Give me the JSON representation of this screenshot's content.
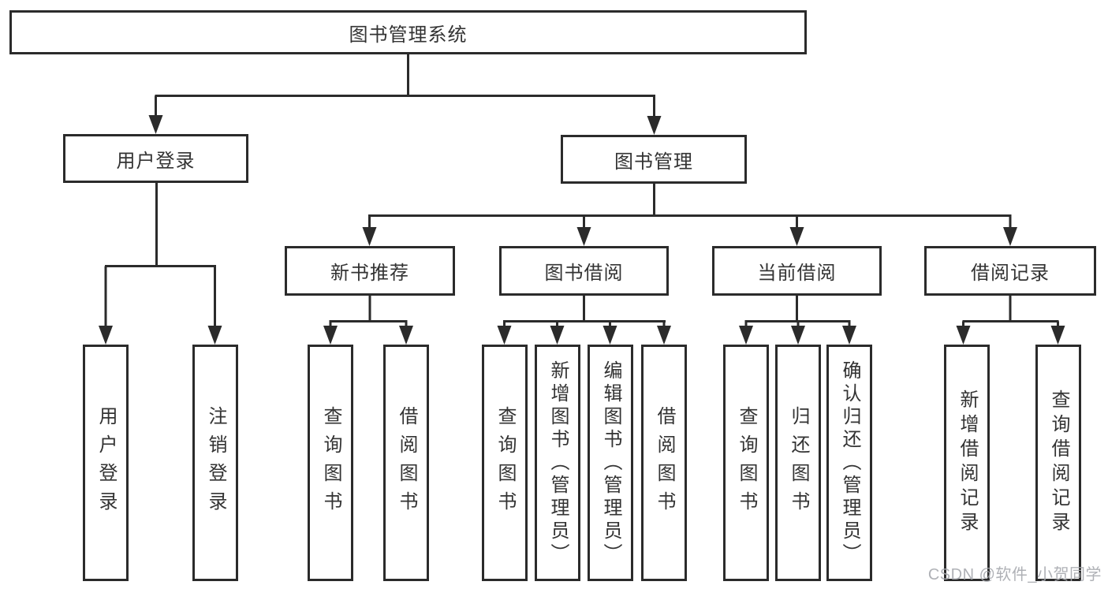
{
  "diagram": {
    "root": {
      "label": "图书管理系统"
    },
    "level2": [
      {
        "id": "user-login",
        "label": "用户登录"
      },
      {
        "id": "book-management",
        "label": "图书管理"
      }
    ],
    "level3": [
      {
        "id": "new-book-recommend",
        "label": "新书推荐"
      },
      {
        "id": "book-borrow",
        "label": "图书借阅"
      },
      {
        "id": "current-borrow",
        "label": "当前借阅"
      },
      {
        "id": "borrow-records",
        "label": "借阅记录"
      }
    ],
    "leaf_groups": {
      "user_login": [
        {
          "label": "用户登录"
        },
        {
          "label": "注销登录"
        }
      ],
      "new_book_recommend": [
        {
          "label": "查询图书"
        },
        {
          "label": "借阅图书"
        }
      ],
      "book_borrow": [
        {
          "label": "查询图书"
        },
        {
          "label": "新增图书（管理员）"
        },
        {
          "label": "编辑图书（管理员）"
        },
        {
          "label": "借阅图书"
        }
      ],
      "current_borrow": [
        {
          "label": "查询图书"
        },
        {
          "label": "归还图书"
        },
        {
          "label": "确认归还（管理员）"
        }
      ],
      "borrow_records": [
        {
          "label": "新增借阅记录"
        },
        {
          "label": "查询借阅记录"
        }
      ]
    }
  },
  "watermark": {
    "text": "CSDN @软件_小贺同学"
  },
  "colors": {
    "line": "#2b2b2b",
    "text": "#333333",
    "background": "#ffffff",
    "watermark": "#a6a8ae"
  }
}
